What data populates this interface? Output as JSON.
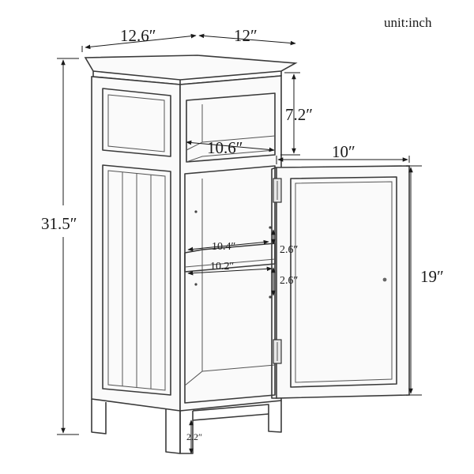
{
  "unit_label": "unit:inch",
  "dimensions": {
    "width_top": "12.6″",
    "depth_top": "12″",
    "height_total": "31.5″",
    "shelf_opening_height": "7.2″",
    "shelf_opening_width": "10.6″",
    "door_width": "10″",
    "door_height": "19″",
    "inner_shelf_depth": "10.4″",
    "inner_shelf_width": "10.2″",
    "shelf_adjust_upper": "2.6″",
    "shelf_adjust_lower": "2.6″",
    "leg_clearance": "2.2″"
  }
}
